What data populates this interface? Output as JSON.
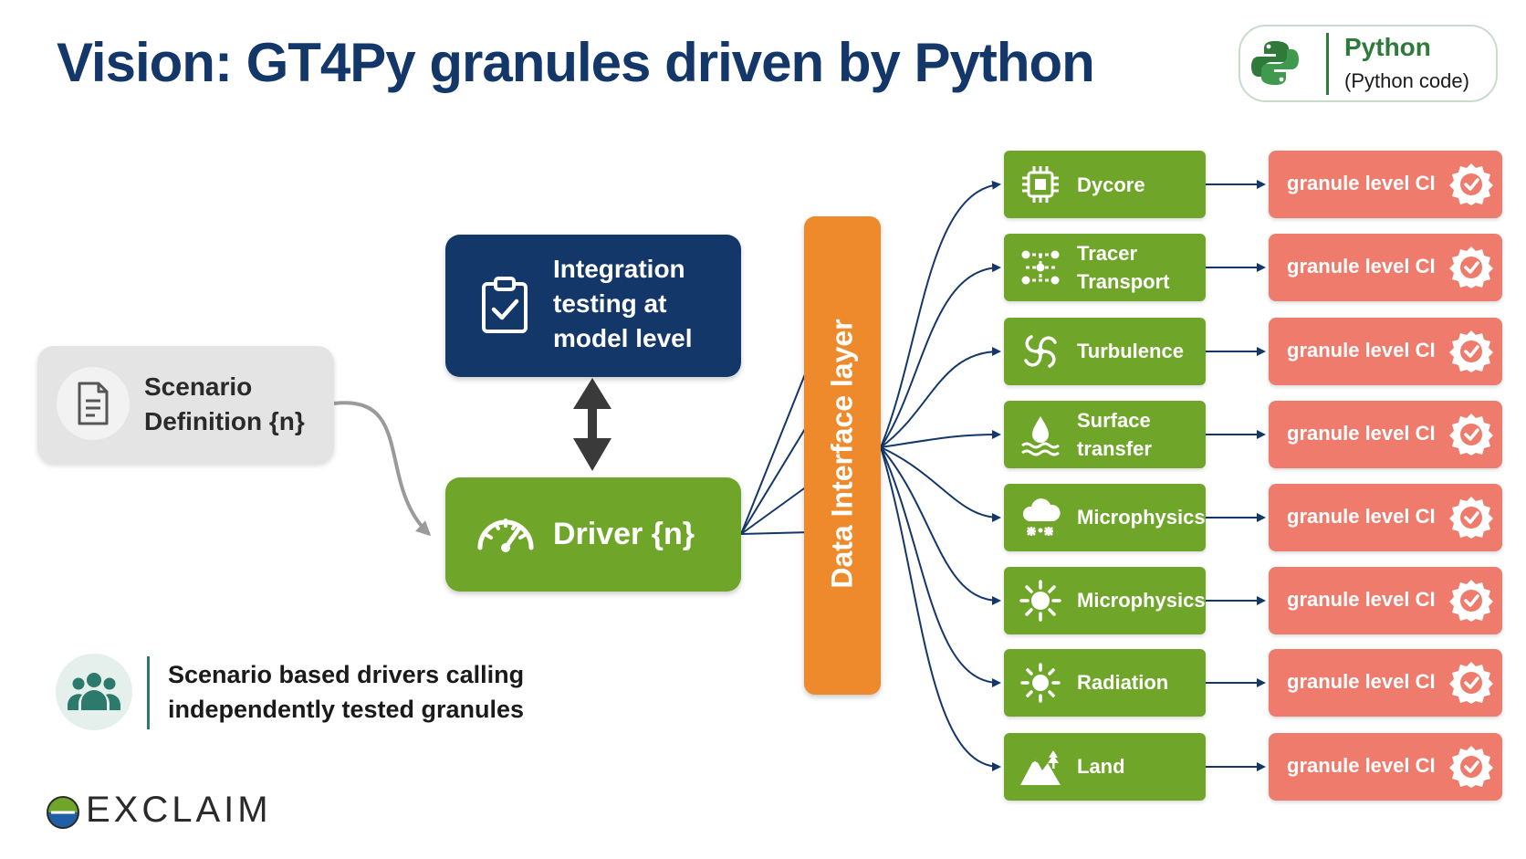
{
  "title": "Vision: GT4Py granules driven by Python",
  "legend": {
    "title": "Python",
    "subtitle": "(Python code)",
    "icon": "python-logo-icon",
    "color": "#2f7a3b"
  },
  "scenario": {
    "line1": "Scenario",
    "line2": "Definition {n}",
    "icon": "document-icon"
  },
  "integration": {
    "line1": "Integration",
    "line2": "testing at",
    "line3": "model level",
    "icon": "clipboard-check-icon"
  },
  "driver": {
    "label": "Driver {n}",
    "icon": "speedometer-icon"
  },
  "data_interface": {
    "label": "Data Interface layer"
  },
  "granules": [
    {
      "line1": "Dycore",
      "line2": "",
      "icon": "cpu-chip-icon"
    },
    {
      "line1": "Tracer",
      "line2": "Transport",
      "icon": "network-nodes-icon"
    },
    {
      "line1": "Turbulence",
      "line2": "",
      "icon": "swirl-icon"
    },
    {
      "line1": "Surface",
      "line2": "transfer",
      "icon": "droplet-waves-icon"
    },
    {
      "line1": "Microphysics",
      "line2": "",
      "icon": "cloud-snow-icon"
    },
    {
      "line1": "Microphysics",
      "line2": "",
      "icon": "sun-gear-icon"
    },
    {
      "line1": "Radiation",
      "line2": "",
      "icon": "sun-icon"
    },
    {
      "line1": "Land",
      "line2": "",
      "icon": "mountains-icon"
    }
  ],
  "ci": {
    "label": "granule level CI",
    "icon": "badge-check-icon"
  },
  "footer": {
    "line1": "Scenario based drivers calling",
    "line2": "independently tested granules",
    "icon": "people-group-icon"
  },
  "logo": {
    "text": "EXCLAIM"
  },
  "colors": {
    "navy": "#14376a",
    "green": "#6fa62a",
    "orange": "#ee8a2c",
    "salmon": "#ee7b6c",
    "gray": "#e4e4e4"
  }
}
